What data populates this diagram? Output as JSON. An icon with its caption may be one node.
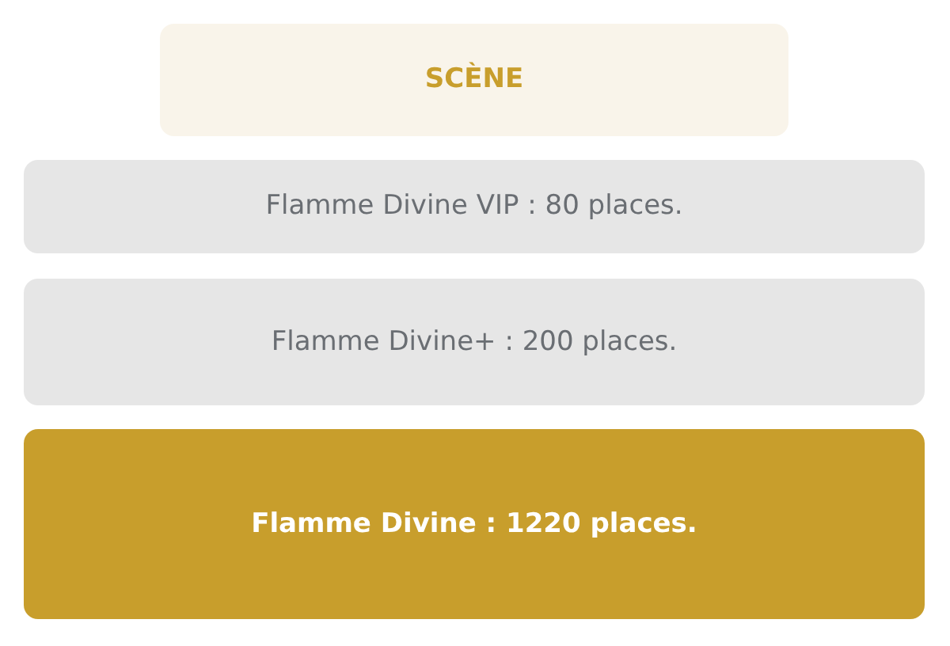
{
  "diagram": {
    "nodes": [
      {
        "text": [
          "SCÈNE"
        ]
      },
      {
        "text": [
          "Flamme Divine VIP : 80 places."
        ]
      },
      {
        "text": [
          "Flamme Divine+ : 200 places."
        ]
      },
      {
        "text": [
          "Flamme Divine : 1220 places."
        ]
      }
    ]
  }
}
